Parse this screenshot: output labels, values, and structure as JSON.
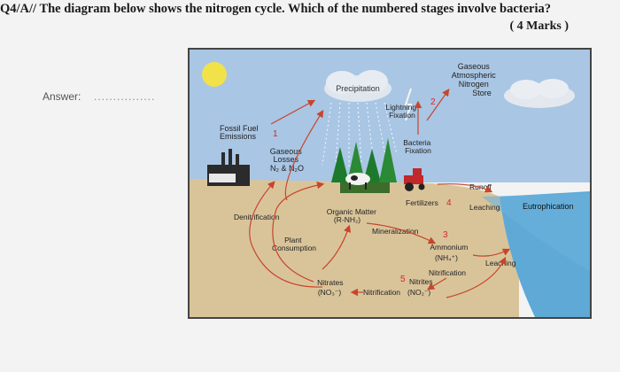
{
  "question": {
    "text": "Q4/A// The diagram below shows the nitrogen cycle. Which of the numbered stages involve bacteria?",
    "marks": "( 4 Marks )",
    "answer_label": "Answer:",
    "answer_placeholder": "................"
  },
  "diagram": {
    "precipitation": "Precipitation",
    "gaseous_store": [
      "Gaseous",
      "Atmospheric",
      "Nitrogen",
      "Store"
    ],
    "lightning": [
      "Lightning",
      "Fixation"
    ],
    "fossil_fuel": [
      "Fossil Fuel",
      "Emissions"
    ],
    "gaseous_losses": [
      "Gaseous",
      "Losses",
      "N₂ & N₂O"
    ],
    "bacteria_fixation": [
      "Bacteria",
      "Fixation"
    ],
    "runoff": "Runoff",
    "fertilizers": "Fertilizers",
    "leaching_top": "Leaching",
    "eutrophication": "Eutrophication",
    "denitrification": "Denitrification",
    "organic_matter": [
      "Organic Matter",
      "(R-NH₂)"
    ],
    "mineralization": "Mineralization",
    "plant_consumption": [
      "Plant",
      "Consumption"
    ],
    "ammonium": [
      "Ammonium",
      "(NH₄⁺)"
    ],
    "nitrification_1": "Nitrification",
    "leaching_bottom": "Leaching",
    "nitrites": "Nitrites",
    "nitrates": [
      "Nitrates",
      "(NO₃⁻)"
    ],
    "nitrification_2": "Nitrification",
    "nitrites_formula": "(NO₂⁻)",
    "stages": [
      "1",
      "2",
      "3",
      "4",
      "5"
    ],
    "colors": {
      "sky": "#a9c6e4",
      "soil": "#d9c49a",
      "water": "#5fa9d6",
      "arrow": "#c8452c",
      "number": "#d8232a"
    }
  }
}
